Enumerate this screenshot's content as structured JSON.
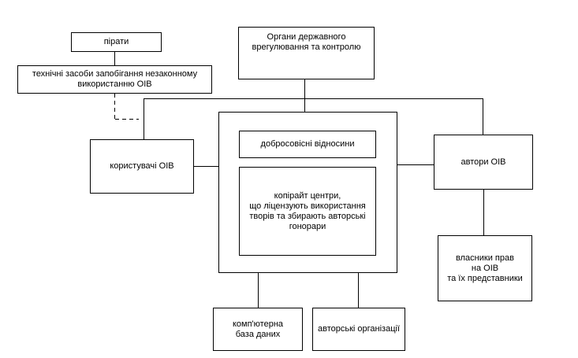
{
  "nodes": {
    "pirates": "пірати",
    "technical_means": "технічні засоби запобігання незаконному\nвикористанню ОІВ",
    "state_bodies": "Органи державного\nврегулювання та контролю",
    "users": "користувачі ОІВ",
    "bona_fide": "добросовісні відносини",
    "copyright_centers": "копірайт центри,\nщо ліцензують використання\nтворів та збирають авторські\nгонорари",
    "authors": "автори ОІВ",
    "rights_holders": "власники прав\nна ОІВ\nта їх представники",
    "computer_db": "комп'ютерна\nбаза даних",
    "author_orgs": "авторські організації"
  },
  "colors": {
    "line": "#000000",
    "background": "#ffffff"
  }
}
